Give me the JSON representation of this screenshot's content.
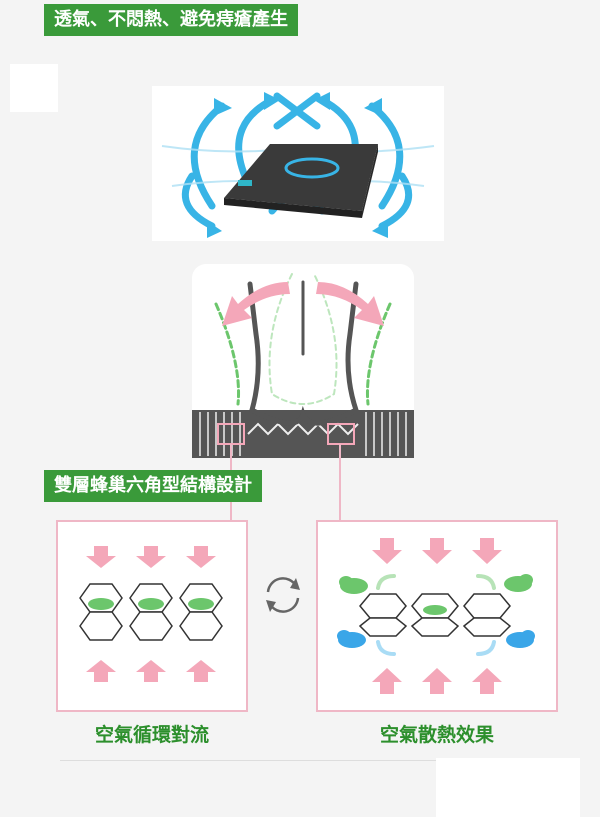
{
  "heading_top": "透氣、不悶熱、避免痔瘡產生",
  "heading_mid": "雙層蜂巢六角型結構設計",
  "caption_left": "空氣循環對流",
  "caption_right": "空氣散熱效果",
  "colors": {
    "green_tag": "#3a9a3a",
    "caption_green": "#2c8f2c",
    "pink_border": "#efb7c6",
    "arrow_pink": "#f4a7b9",
    "flow_blue": "#38b4e6",
    "cloud_green": "#6cc66c",
    "cloud_blue": "#3aa6e8"
  },
  "icons": [
    "airflow-arrows-icon",
    "cushion-icon",
    "buttocks-silhouette-icon",
    "refresh-cycle-icon",
    "cloud-icon",
    "hexagon-honeycomb-icon"
  ]
}
